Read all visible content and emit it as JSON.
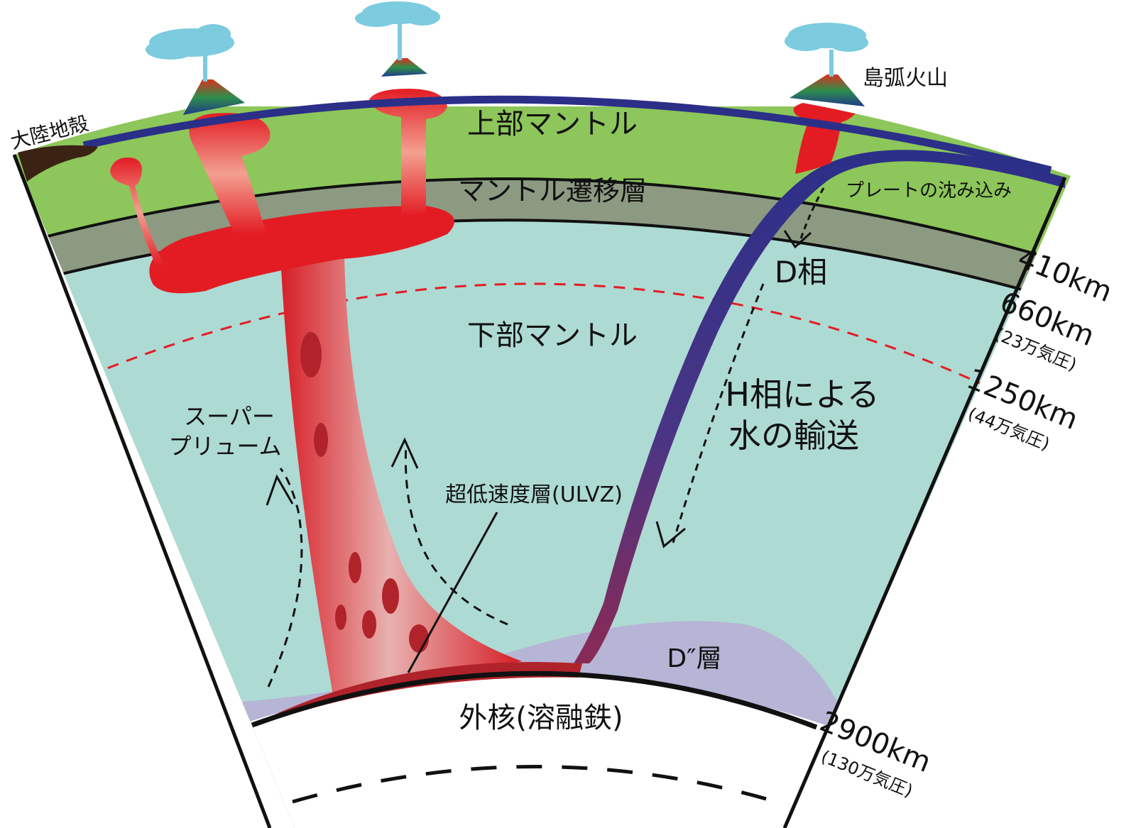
{
  "labels": {
    "upper_mantle": "上部マントル",
    "transition_zone": "マントル遷移層",
    "lower_mantle": "下部マントル",
    "outer_core": "外核(溶融鉄)",
    "d_double_prime": "D″層",
    "ulvz": "超低速度層(ULVZ)",
    "continental_crust": "大陸地殻",
    "island_arc": "島弧火山",
    "plate_subduction": "プレートの沈み込み",
    "phase_d": "D相",
    "phase_h_line1": "H相による",
    "phase_h_line2": "水の輸送",
    "superplume_line1": "スーパー",
    "superplume_line2": "プリューム"
  },
  "depths": [
    {
      "depth": "410km",
      "pressure": ""
    },
    {
      "depth": "660km",
      "pressure": "(23万気圧)"
    },
    {
      "depth": "1250km",
      "pressure": "(44万気圧)"
    },
    {
      "depth": "2900km",
      "pressure": "(130万気圧)"
    }
  ],
  "colors": {
    "upper_mantle": "#8dc65a",
    "transition_zone": "#8c9a82",
    "lower_mantle": "#aedad4",
    "d_layer": "#b6b5d6",
    "plume_red": "#e31c24",
    "plume_dark": "#b0232a",
    "plate": "#2b2f88",
    "cloud": "#7ccbdf",
    "crust": "#3b2314"
  }
}
